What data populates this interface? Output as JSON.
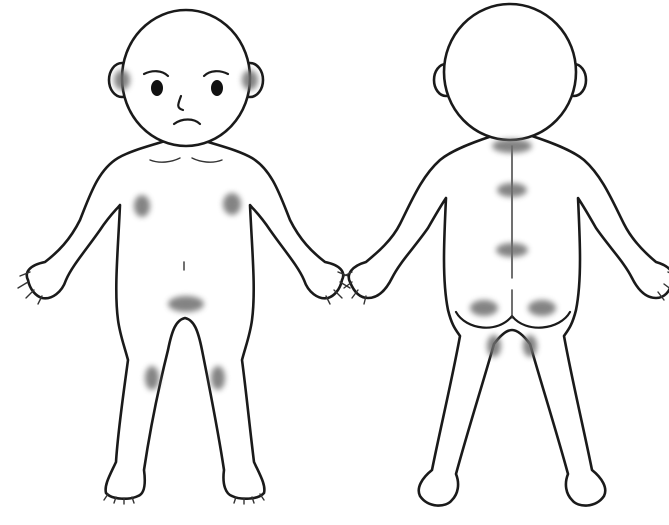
{
  "figure": {
    "views": [
      {
        "id": "front",
        "label": ""
      },
      {
        "id": "back",
        "label": ""
      }
    ],
    "spots": {
      "front": [
        "cheek-left",
        "cheek-right",
        "armpit-left",
        "armpit-right",
        "groin",
        "knee-back-left",
        "knee-back-right"
      ],
      "back": [
        "neck-back",
        "upper-back",
        "lower-back",
        "buttock-left",
        "buttock-right",
        "thigh-back-left",
        "thigh-back-right"
      ]
    },
    "colors": {
      "outline": "#1a1a1a",
      "spot": "#6e6e6e",
      "background": "#ffffff"
    }
  }
}
